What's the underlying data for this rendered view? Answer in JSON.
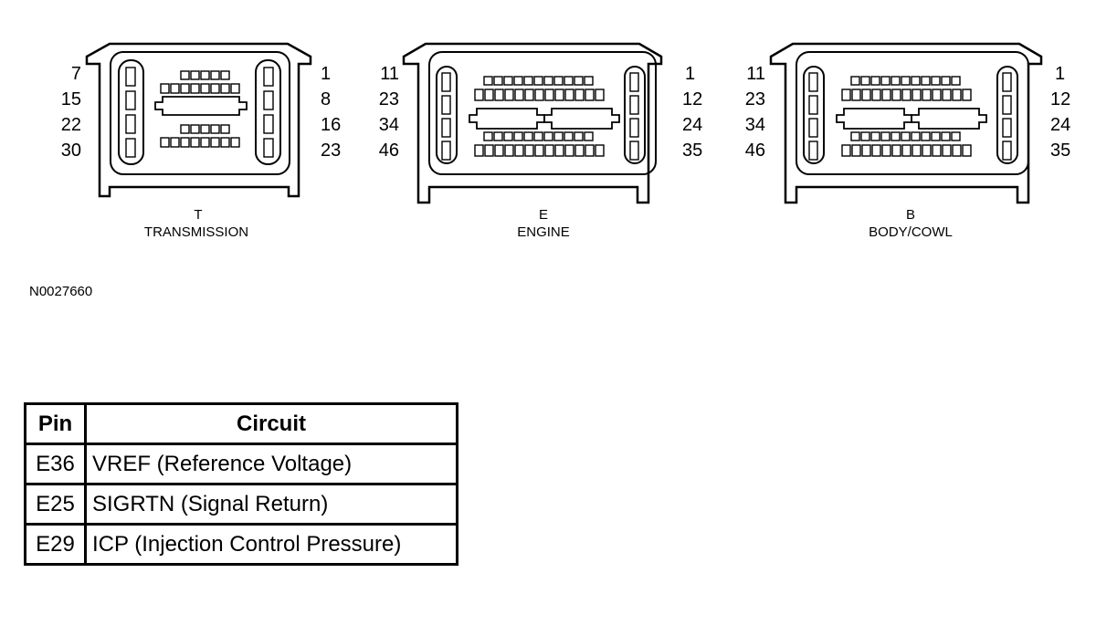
{
  "connectors": [
    {
      "id": "T",
      "letter": "T",
      "name": "TRANSMISSION",
      "left_numbers": [
        "7",
        "15",
        "22",
        "30"
      ],
      "right_numbers": [
        "1",
        "8",
        "16",
        "23"
      ]
    },
    {
      "id": "E",
      "letter": "E",
      "name": "ENGINE",
      "left_numbers": [
        "11",
        "23",
        "34",
        "46"
      ],
      "right_numbers": [
        "1",
        "12",
        "24",
        "35"
      ]
    },
    {
      "id": "B",
      "letter": "B",
      "name": "BODY/COWL",
      "left_numbers": [
        "11",
        "23",
        "34",
        "46"
      ],
      "right_numbers": [
        "1",
        "12",
        "24",
        "35"
      ]
    }
  ],
  "figure_id": "N0027660",
  "table": {
    "headers": [
      "Pin",
      "Circuit"
    ],
    "rows": [
      {
        "pin": "E36",
        "circuit": "VREF (Reference Voltage)"
      },
      {
        "pin": "E25",
        "circuit": "SIGRTN (Signal Return)"
      },
      {
        "pin": "E29",
        "circuit": "ICP (Injection Control Pressure)"
      }
    ]
  }
}
